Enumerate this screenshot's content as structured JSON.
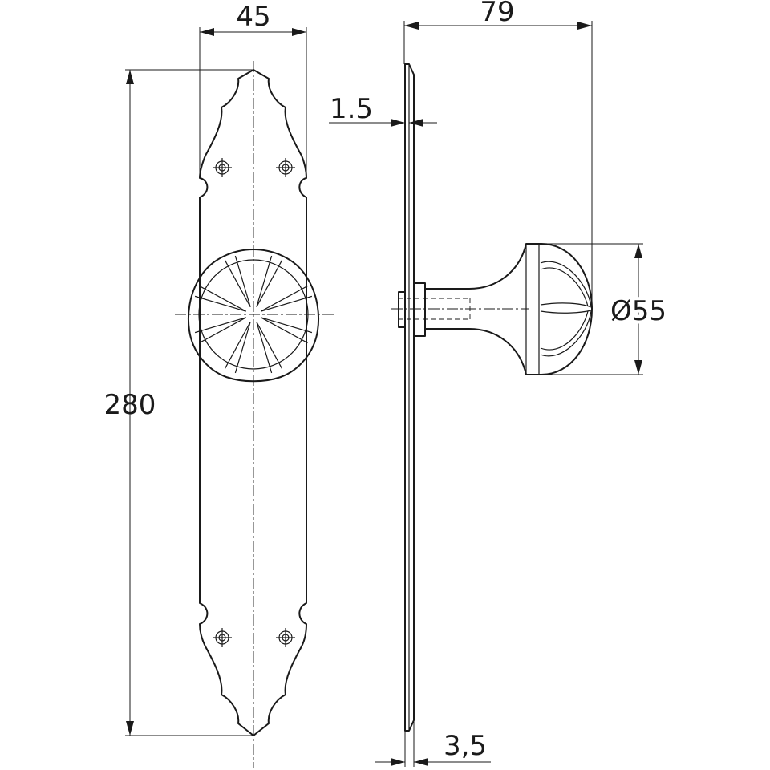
{
  "drawing": {
    "dimensions": {
      "plate_width": "45",
      "overall_depth": "79",
      "plate_thickness": "1.5",
      "plate_height": "280",
      "knob_diameter": "Ø55",
      "plate_base_thickness": "3,5"
    },
    "colors": {
      "line": "#1a1a1a",
      "background": "#ffffff"
    }
  }
}
